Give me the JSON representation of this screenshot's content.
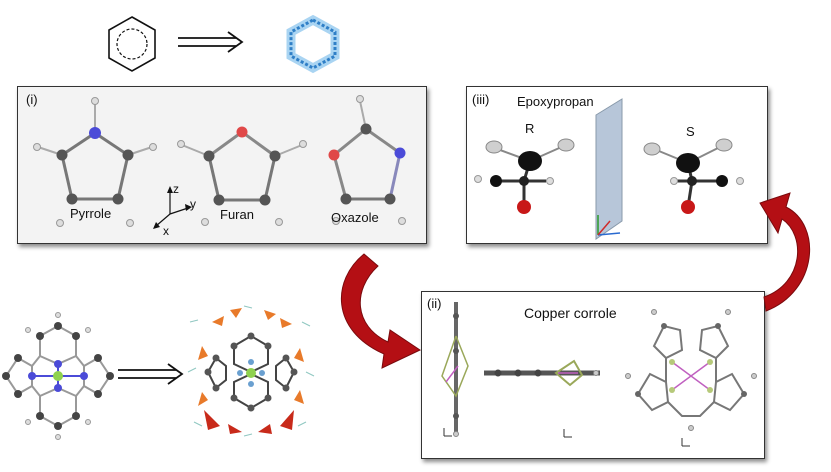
{
  "panels": {
    "i": {
      "tag": "(i)",
      "molecules": [
        "Pyrrole",
        "Furan",
        "Oxazole"
      ],
      "axes": {
        "z": "z",
        "y": "y",
        "x": "x"
      }
    },
    "iii": {
      "tag": "(iii)",
      "title": "Epoxypropan",
      "left_label": "R",
      "right_label": "S"
    },
    "ii": {
      "tag": "(ii)",
      "title": "Copper corrole"
    }
  },
  "colors": {
    "carbon": "#555555",
    "hydrogen": "#e6e6e6",
    "nitrogen": "#4b4bd8",
    "oxygen": "#e04848",
    "copper": "#8fd14f",
    "arrow_red": "#b40f14",
    "current_blue": "#3a8fd8"
  }
}
